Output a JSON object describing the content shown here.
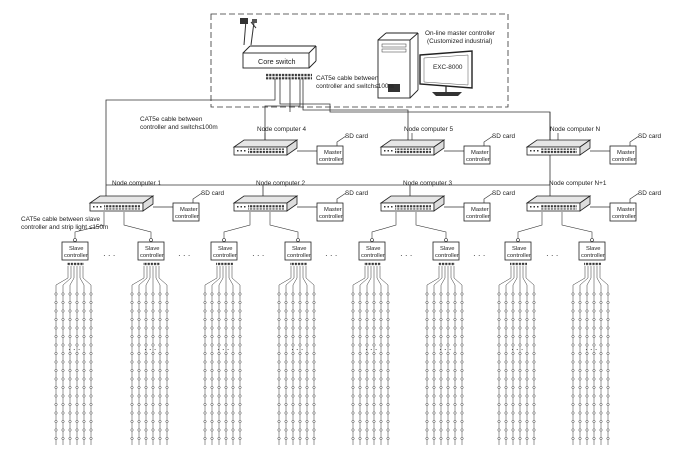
{
  "labels": {
    "core_switch": "Core switch",
    "master_line1": "On-line master controller",
    "master_line2": "(Customized industrial)",
    "exc_model": "EXC-8000",
    "cat5e_top_line1": "CAT5e cable between",
    "cat5e_top_line2": "controller and switch≤100m",
    "cat5e_left_line1": "CAT5e cable between",
    "cat5e_left_line2": "controller and switch≤100m",
    "cat5e_slave_line1": "CAT5e cable between slave",
    "cat5e_slave_line2": "controller and strip light ≤150m",
    "sd_card": "SD card",
    "master_ctrl_line1": "Master",
    "master_ctrl_line2": "controller",
    "slave_line1": "Slave",
    "slave_line2": "controller",
    "ellipsis": "· · ·"
  },
  "upper_nodes": [
    "Node computer 4",
    "Node computer 5",
    "Node computer N"
  ],
  "lower_nodes": [
    "Node computer 1",
    "Node computer 2",
    "Node computer 3",
    "Node computer N+1"
  ],
  "colors": {
    "line": "#333333",
    "box_stroke": "#222222",
    "switch_fill": "#e6e6e6",
    "port": "#333333"
  }
}
